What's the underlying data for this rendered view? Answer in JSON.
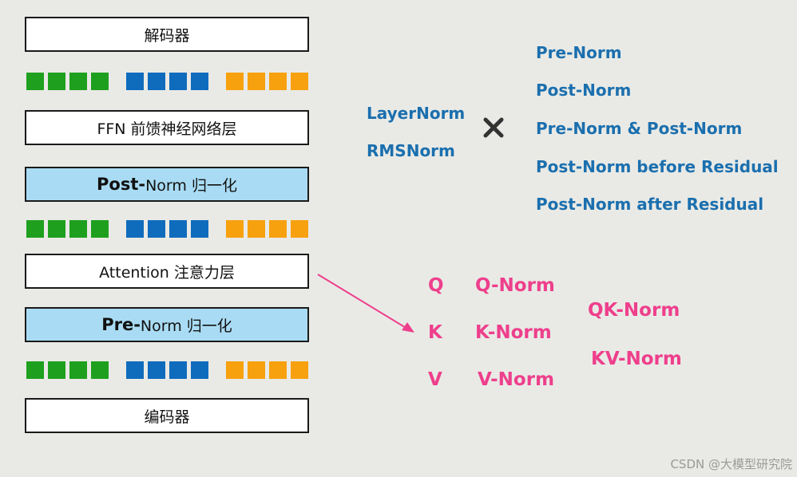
{
  "stack": {
    "decoder": "解码器",
    "ffn": "FFN 前馈神经网络层",
    "post_norm_em": "Post-",
    "post_norm_rest": "Norm 归一化",
    "attention": "Attention 注意力层",
    "pre_norm_em": "Pre-",
    "pre_norm_rest": "Norm 归一化",
    "encoder": "编码器"
  },
  "token_colors": [
    "#1ea01e",
    "#0f6cbd",
    "#f7a10e"
  ],
  "norm_types": [
    "LayerNorm",
    "RMSNorm"
  ],
  "times_symbol": "×",
  "norm_positions": [
    "Pre-Norm",
    "Post-Norm",
    "Pre-Norm & Post-Norm",
    "Post-Norm before Residual",
    "Post-Norm after Residual"
  ],
  "qkv": {
    "letters": [
      "Q",
      "K",
      "V"
    ],
    "norms": [
      "Q-Norm",
      "K-Norm",
      "V-Norm"
    ],
    "combined": [
      "QK-Norm",
      "KV-Norm"
    ]
  },
  "watermark": "CSDN @大模型研究院",
  "colors": {
    "background": "#e9eae6",
    "norm_box": "#a9dcf4",
    "blue_text": "#1b6fae",
    "pink_text": "#ee3f8c"
  }
}
